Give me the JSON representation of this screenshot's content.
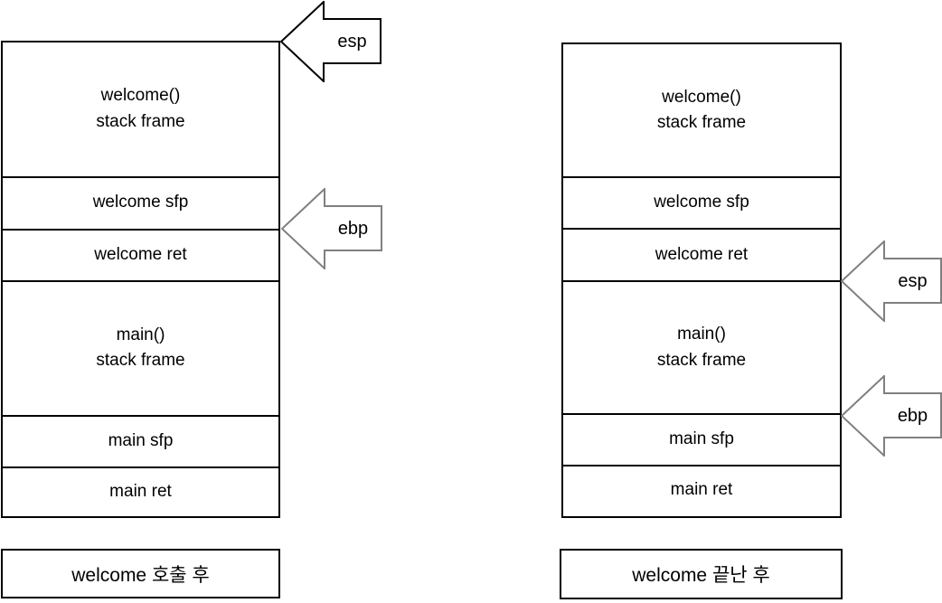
{
  "colors": {
    "background": "#ffffff",
    "box_border": "#000000",
    "arrow_border_black": "#000000",
    "arrow_border_gray": "#808080",
    "arrow_fill": "#ffffff",
    "text": "#000000"
  },
  "left_diagram": {
    "sections": [
      {
        "label": "welcome()\nstack frame"
      },
      {
        "label": "welcome sfp"
      },
      {
        "label": "welcome ret"
      },
      {
        "label": "main()\nstack frame"
      },
      {
        "label": "main sfp"
      },
      {
        "label": "main ret"
      }
    ],
    "caption": "welcome 호출 후",
    "arrows": [
      {
        "label": "esp",
        "target": "top of welcome() stack frame"
      },
      {
        "label": "ebp",
        "target": "boundary of welcome sfp and welcome ret"
      }
    ]
  },
  "right_diagram": {
    "sections": [
      {
        "label": "welcome()\nstack frame"
      },
      {
        "label": "welcome sfp"
      },
      {
        "label": "welcome ret"
      },
      {
        "label": "main()\nstack frame"
      },
      {
        "label": "main sfp"
      },
      {
        "label": "main ret"
      }
    ],
    "caption": "welcome 끝난 후",
    "arrows": [
      {
        "label": "esp",
        "target": "boundary of welcome ret and main() stack frame"
      },
      {
        "label": "ebp",
        "target": "boundary of main() stack frame and main sfp"
      }
    ]
  }
}
